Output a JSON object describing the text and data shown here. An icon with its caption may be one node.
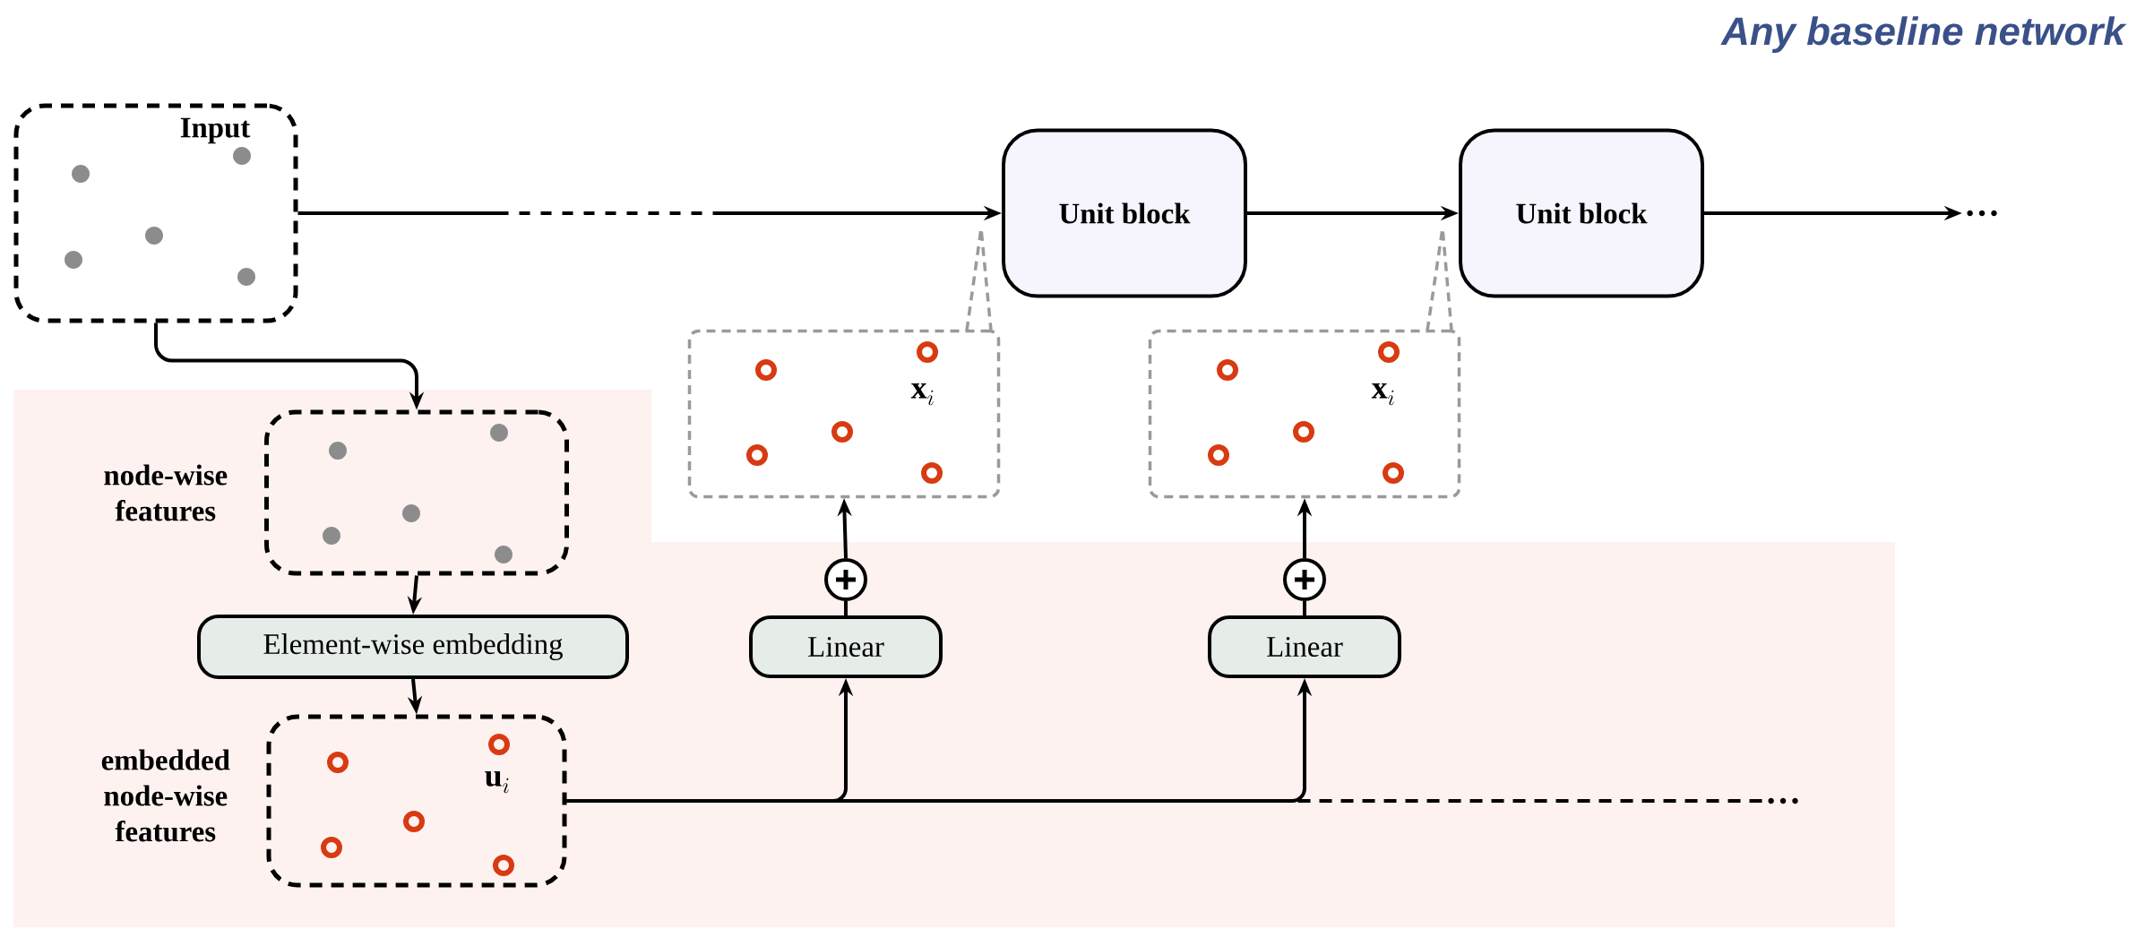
{
  "diagram": {
    "title": "Any baseline network",
    "nodes": [
      {
        "text": [
          "Input"
        ]
      },
      {
        "text": [],
        "shape": "box",
        "beside": [
          "node-wise features"
        ]
      },
      {
        "text": [
          "Element-wise embedding"
        ]
      },
      {
        "text": [
          "\\mathbf{u}_i"
        ],
        "beside": [
          "embedded node-wise features"
        ]
      },
      {
        "text": [
          "Unit block"
        ]
      },
      {
        "text": [
          "Unit block"
        ]
      },
      {
        "text": [
          "\\mathbf{x}_i"
        ]
      },
      {
        "text": [
          "\\mathbf{x}_i"
        ]
      },
      {
        "text": [],
        "shape": "circle"
      },
      {
        "text": [],
        "shape": "circle"
      },
      {
        "text": [
          "Linear"
        ]
      },
      {
        "text": [
          "Linear"
        ]
      },
      {
        "text": [
          "…"
        ]
      },
      {
        "text": [
          "…"
        ]
      }
    ],
    "edges": [
      {
        "from": 0,
        "to": 4,
        "arrow": "to",
        "style": "dashed"
      },
      {
        "from": 4,
        "to": 5,
        "arrow": "to"
      },
      {
        "from": 5,
        "to": 12,
        "arrow": "to"
      },
      {
        "from": 0,
        "to": 1,
        "arrow": "to"
      },
      {
        "from": 1,
        "to": 2,
        "arrow": "to"
      },
      {
        "from": 2,
        "to": 3,
        "arrow": "to"
      },
      {
        "from": 3,
        "to": 10,
        "arrow": "to"
      },
      {
        "from": 3,
        "to": 11,
        "arrow": "to"
      },
      {
        "from": 3,
        "to": 13,
        "arrow": "none",
        "style": "dashed"
      },
      {
        "from": 10,
        "to": 8,
        "arrow": "none"
      },
      {
        "from": 8,
        "to": 6,
        "arrow": "to"
      },
      {
        "from": 11,
        "to": 9,
        "arrow": "none"
      },
      {
        "from": 9,
        "to": 7,
        "arrow": "to"
      }
    ]
  }
}
